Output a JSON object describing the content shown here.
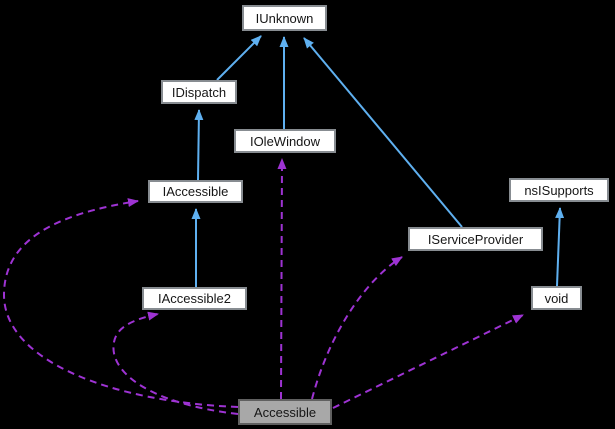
{
  "diagram": {
    "type": "inheritance-graph",
    "background_color": "#000000",
    "inheritance_arrow_color": "#5fb0f0",
    "usage_arrow_color": "#9e33d3",
    "node_fill": "#ffffff",
    "current_node_fill": "#a8a8a8",
    "nodes": [
      {
        "id": "iunknown",
        "label": "IUnknown",
        "role": "base"
      },
      {
        "id": "idispatch",
        "label": "IDispatch",
        "role": "base"
      },
      {
        "id": "iolewindow",
        "label": "IOleWindow",
        "role": "base"
      },
      {
        "id": "iaccessible",
        "label": "IAccessible",
        "role": "base"
      },
      {
        "id": "nsisupports",
        "label": "nsISupports",
        "role": "base"
      },
      {
        "id": "iserviceprovider",
        "label": "IServiceProvider",
        "role": "base"
      },
      {
        "id": "iaccessible2",
        "label": "IAccessible2",
        "role": "base"
      },
      {
        "id": "void",
        "label": "void",
        "role": "base"
      },
      {
        "id": "accessible",
        "label": "Accessible",
        "role": "current"
      }
    ],
    "edges": [
      {
        "from": "idispatch",
        "to": "iunknown",
        "style": "solid",
        "meaning": "inherits"
      },
      {
        "from": "iolewindow",
        "to": "iunknown",
        "style": "solid",
        "meaning": "inherits"
      },
      {
        "from": "iserviceprovider",
        "to": "iunknown",
        "style": "solid",
        "meaning": "inherits"
      },
      {
        "from": "iaccessible",
        "to": "idispatch",
        "style": "solid",
        "meaning": "inherits"
      },
      {
        "from": "iaccessible2",
        "to": "iaccessible",
        "style": "solid",
        "meaning": "inherits"
      },
      {
        "from": "void",
        "to": "nsisupports",
        "style": "solid",
        "meaning": "inherits"
      },
      {
        "from": "accessible",
        "to": "iaccessible",
        "style": "dashed",
        "meaning": "uses"
      },
      {
        "from": "accessible",
        "to": "iaccessible2",
        "style": "dashed",
        "meaning": "uses"
      },
      {
        "from": "accessible",
        "to": "iolewindow",
        "style": "dashed",
        "meaning": "uses"
      },
      {
        "from": "accessible",
        "to": "iserviceprovider",
        "style": "dashed",
        "meaning": "uses"
      },
      {
        "from": "accessible",
        "to": "void",
        "style": "dashed",
        "meaning": "uses"
      }
    ]
  }
}
